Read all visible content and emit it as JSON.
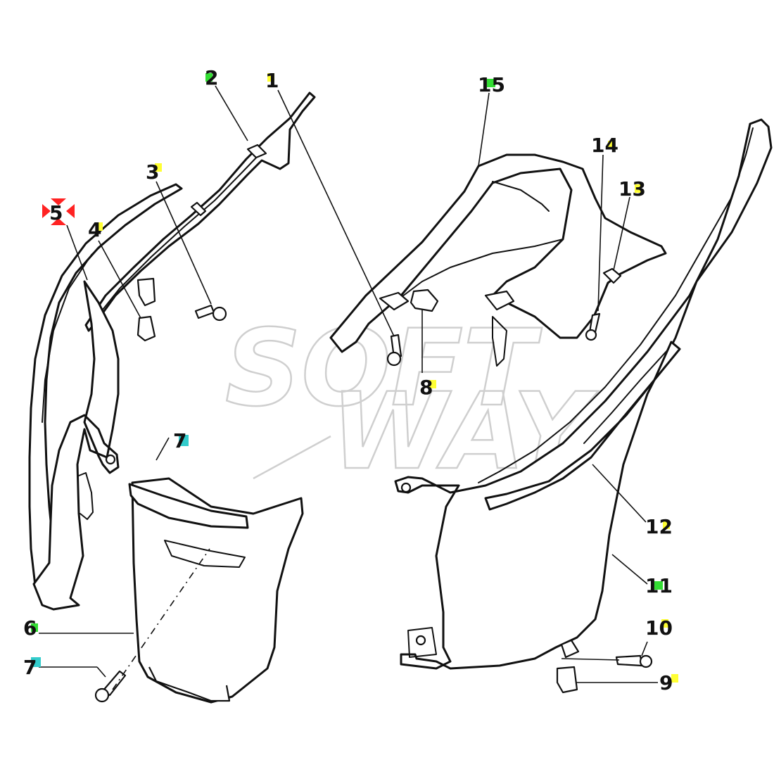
{
  "watermark": {
    "line1": "SOFT",
    "line2": "WAY"
  },
  "callouts": [
    {
      "id": "c1",
      "label": "1",
      "marker": "#ffff33"
    },
    {
      "id": "c2",
      "label": "2",
      "marker": "#33dd33"
    },
    {
      "id": "c3",
      "label": "3",
      "marker": "#ffff33"
    },
    {
      "id": "c4",
      "label": "4",
      "marker": "#ffff33"
    },
    {
      "id": "c5",
      "label": "5",
      "marker": "#ff2222"
    },
    {
      "id": "c6",
      "label": "6",
      "marker": "#33dd33"
    },
    {
      "id": "c7a",
      "label": "7",
      "marker": "#33cccc"
    },
    {
      "id": "c7b",
      "label": "7",
      "marker": "#33cccc"
    },
    {
      "id": "c8",
      "label": "8",
      "marker": "#ffff33"
    },
    {
      "id": "c9",
      "label": "9",
      "marker": "#ffff33"
    },
    {
      "id": "c10",
      "label": "10",
      "marker": "#ffff33"
    },
    {
      "id": "c11",
      "label": "11",
      "marker": "#33dd33"
    },
    {
      "id": "c12",
      "label": "12",
      "marker": "#ffff33"
    },
    {
      "id": "c13",
      "label": "13",
      "marker": "#ffff33"
    },
    {
      "id": "c14",
      "label": "14",
      "marker": "#ffff33"
    },
    {
      "id": "c15",
      "label": "15",
      "marker": "#33dd33"
    }
  ]
}
